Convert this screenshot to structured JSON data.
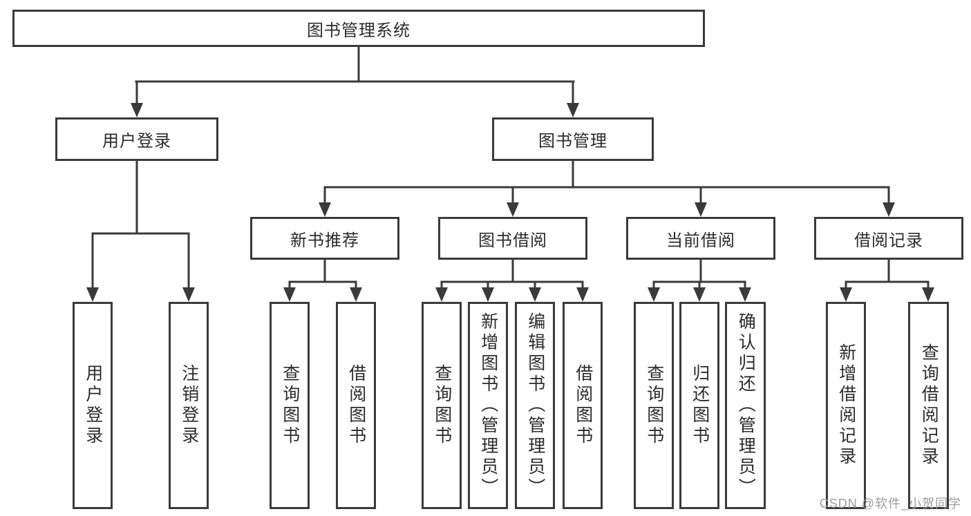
{
  "tree": {
    "label": "图书管理系统",
    "children": [
      {
        "label": "用户登录",
        "children": [
          {
            "label": "用户登录"
          },
          {
            "label": "注销登录"
          }
        ]
      },
      {
        "label": "图书管理",
        "children": [
          {
            "label": "新书推荐",
            "children": [
              {
                "label": "查询图书"
              },
              {
                "label": "借阅图书"
              }
            ]
          },
          {
            "label": "图书借阅",
            "children": [
              {
                "label": "查询图书"
              },
              {
                "label": "新增图书（管理员）"
              },
              {
                "label": "编辑图书（管理员）"
              },
              {
                "label": "借阅图书"
              }
            ]
          },
          {
            "label": "当前借阅",
            "children": [
              {
                "label": "查询图书"
              },
              {
                "label": "归还图书"
              },
              {
                "label": "确认归还（管理员）"
              }
            ]
          },
          {
            "label": "借阅记录",
            "children": [
              {
                "label": "新增借阅记录"
              },
              {
                "label": "查询借阅记录"
              }
            ]
          }
        ]
      }
    ]
  },
  "watermark": {
    "text": "CSDN @软件_小贺同学"
  },
  "colors": {
    "line": "#3a3a3a",
    "box_border": "#3a3a3a",
    "text": "#2b2b2b",
    "watermark": "#9c9c9c",
    "background": "#ffffff"
  }
}
